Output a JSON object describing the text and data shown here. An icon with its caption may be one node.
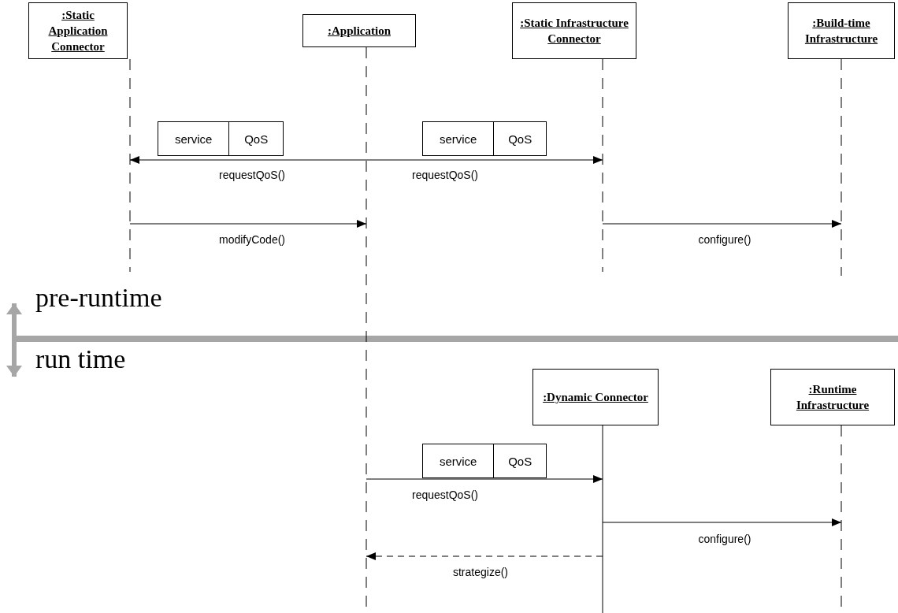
{
  "diagram": {
    "nodes": [
      {
        "text": [
          ":Static Application Connector"
        ]
      },
      {
        "text": [
          ":Application"
        ]
      },
      {
        "text": [
          ":Static Infrastructure Connector"
        ]
      },
      {
        "text": [
          ":Build-time Infrastructure"
        ]
      },
      {
        "text": [
          ":Dynamic Connector"
        ]
      },
      {
        "text": [
          ":Runtime Infrastructure"
        ]
      },
      {
        "text": [
          "service",
          "QoS"
        ]
      },
      {
        "text": [
          "service",
          "QoS"
        ]
      },
      {
        "text": [
          "service",
          "QoS"
        ]
      }
    ],
    "edges": [
      {
        "from": 1,
        "to": 0,
        "arrow": "to",
        "label": "requestQoS()"
      },
      {
        "from": 1,
        "to": 2,
        "arrow": "to",
        "label": "requestQoS()"
      },
      {
        "from": 0,
        "to": 1,
        "arrow": "to",
        "label": "modifyCode()"
      },
      {
        "from": 2,
        "to": 3,
        "arrow": "to",
        "label": "configure()"
      },
      {
        "from": 1,
        "to": 4,
        "arrow": "to",
        "label": "requestQoS()"
      },
      {
        "from": 4,
        "to": 5,
        "arrow": "to",
        "label": "configure()"
      },
      {
        "from": 4,
        "to": 1,
        "arrow": "to",
        "label": "strategize()",
        "style": "dashed"
      }
    ],
    "labels": [
      "pre-runtime",
      "run time"
    ]
  }
}
